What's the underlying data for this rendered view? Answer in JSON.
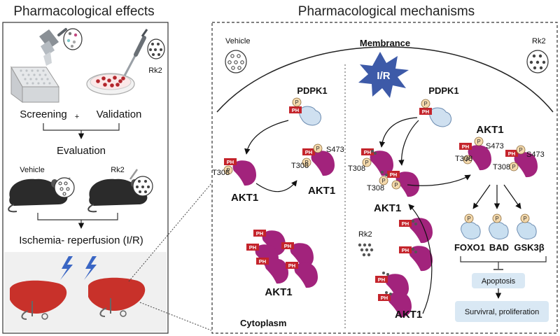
{
  "left_panel": {
    "title": "Pharmacological effects",
    "screening": "Screening",
    "plus": "+",
    "validation": "Validation",
    "rk2_dish": "Rk2",
    "evaluation": "Evaluation",
    "vehicle_mouse": "Vehicle",
    "rk2_mouse": "Rk2",
    "ir": "Ischemia- reperfusion (I/R)"
  },
  "right_panel": {
    "title": "Pharmacological mechanisms",
    "membrance": "Membrance",
    "cytoplasm": "Cytoplasm",
    "vehicle": "Vehicle",
    "rk2_top": "Rk2",
    "ir_star": "I/R",
    "rk2_mid": "Rk2",
    "pdpk1": "PDPK1",
    "akt1": "AKT1",
    "ph": "PH",
    "p": "P",
    "t308": "T308",
    "s473": "S473",
    "foxo1": "FOXO1",
    "bad": "BAD",
    "gsk3b": "GSK3β",
    "apoptosis": "Apoptosis",
    "survival": "Survivral, proliferation"
  },
  "colors": {
    "akt": "#a2237c",
    "ph_box": "#c4242b",
    "pdpk1": "#cfe0f0",
    "p_circle": "#f4d9ac",
    "liver": "#c8312a",
    "star": "#3d5aa8",
    "bolt": "#3a66c4",
    "target_protein": "#c9dff0",
    "result_box": "#d9e8f4"
  }
}
